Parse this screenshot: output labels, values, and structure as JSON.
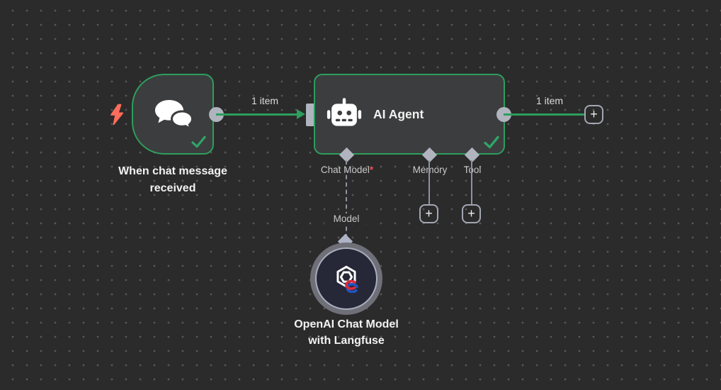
{
  "canvas": {
    "background": "#2b2b2b",
    "dot_color": "#575757"
  },
  "palette": {
    "canvas_bg": "#2b2b2b",
    "dot_color": "#575757",
    "success_green": "#2d9e5e",
    "node_fill": "#3c3d3e",
    "node_text": "#f2f2f2",
    "connector_gray": "#b0b4bf",
    "line_gray": "#8f93a0",
    "endpoint_label": "#c9c9c9",
    "edge_label": "#dcdcdc",
    "required_red": "#ef5350",
    "bolt_coral": "#ff6d5a",
    "model_ring": "#6f6f78",
    "model_ring_border": "#a9aebc",
    "model_fill": "#262838",
    "plus_border": "#a3a7b2"
  },
  "nodes": {
    "chat_trigger": {
      "name": "When chat message\nreceived",
      "icon": "chat-bubbles-icon",
      "status": "success"
    },
    "ai_agent": {
      "name": "AI Agent",
      "icon": "robot-icon",
      "status": "success",
      "endpoints": {
        "chat_model": "Chat Model",
        "chat_model_required_marker": "*",
        "memory": "Memory",
        "tool": "Tool"
      }
    },
    "openai_model": {
      "name": "OpenAI Chat Model\nwith Langfuse",
      "icon": "openai-logo-icon"
    }
  },
  "connections": {
    "trigger_to_agent": {
      "label": "1 item"
    },
    "agent_output": {
      "label": "1 item"
    },
    "model_to_agent": {
      "label": "Model"
    }
  },
  "buttons": {
    "add_memory": "+",
    "add_tool": "+",
    "add_next": "+"
  }
}
